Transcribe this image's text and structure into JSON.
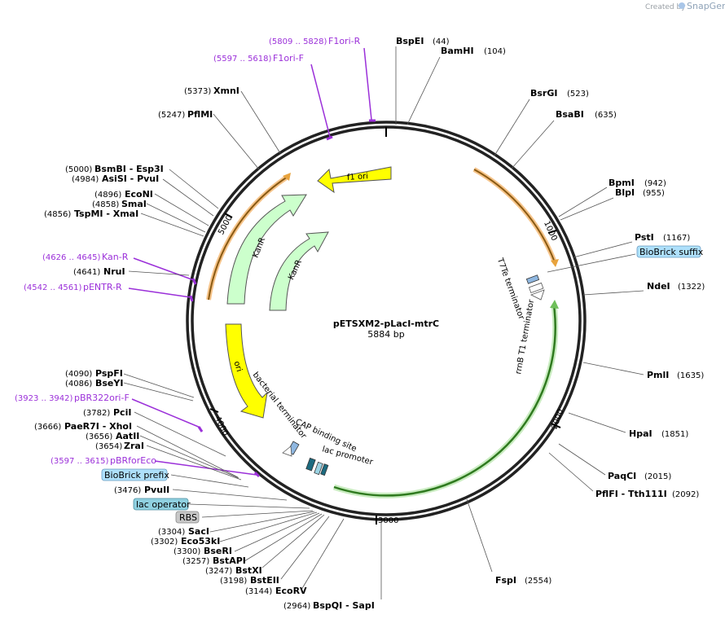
{
  "credit": {
    "prefix": "Created by",
    "brand": "SnapGene"
  },
  "plasmid": {
    "name": "pETSXM2-pLacI-mtrC",
    "length": "5884 bp"
  },
  "ring_ticks": [
    "1000",
    "2000",
    "3000",
    "4000",
    "5000"
  ],
  "features": {
    "f1ori": "f1 ori",
    "kanr1": "KanR",
    "kanr2": "KanR",
    "ori": "ori",
    "t7te": "T7Te terminator",
    "rrnb": "rrnB T1 terminator",
    "bact": "bacterial terminator",
    "cap": "CAP binding site",
    "lac": "lac promoter"
  },
  "colors": {
    "orange": "#e8a33d",
    "green": "#7fc97f",
    "yellow": "#ffff00",
    "kanr": "#ccffcc",
    "primer": "#9b30d9",
    "biobrick": "#aee0fb",
    "lacop": "#8fd0e0",
    "rbs": "#c8c8c8"
  },
  "sites": [
    {
      "name": "BspEI",
      "pos": "(44)"
    },
    {
      "name": "BamHI",
      "pos": "(104)"
    },
    {
      "name": "BsrGI",
      "pos": "(523)"
    },
    {
      "name": "BsaBI",
      "pos": "(635)"
    },
    {
      "name": "BpmI",
      "pos": "(942)"
    },
    {
      "name": "BlpI",
      "pos": "(955)"
    },
    {
      "name": "PstI",
      "pos": "(1167)"
    },
    {
      "name": "BioBrick suffix",
      "pos": ""
    },
    {
      "name": "NdeI",
      "pos": "(1322)"
    },
    {
      "name": "PmlI",
      "pos": "(1635)"
    },
    {
      "name": "HpaI",
      "pos": "(1851)"
    },
    {
      "name": "PaqCI",
      "pos": "(2015)"
    },
    {
      "name": "PflFI  - Tth111I",
      "pos": "(2092)"
    },
    {
      "name": "FspI",
      "pos": "(2554)"
    },
    {
      "name": "BspQI  - SapI",
      "pos": "(2964)"
    },
    {
      "name": "EcoRV",
      "pos": "(3144)"
    },
    {
      "name": "BstEII",
      "pos": "(3198)"
    },
    {
      "name": "BstXI",
      "pos": "(3247)"
    },
    {
      "name": "BstAPI",
      "pos": "(3257)"
    },
    {
      "name": "BseRI",
      "pos": "(3300)"
    },
    {
      "name": "Eco53kI",
      "pos": "(3302)"
    },
    {
      "name": "SacI",
      "pos": "(3304)"
    },
    {
      "name": "RBS",
      "pos": ""
    },
    {
      "name": "lac operator",
      "pos": ""
    },
    {
      "name": "PvuII",
      "pos": "(3476)"
    },
    {
      "name": "BioBrick prefix",
      "pos": ""
    },
    {
      "name": "ZraI",
      "pos": "(3654)"
    },
    {
      "name": "AatII",
      "pos": "(3656)"
    },
    {
      "name": "PaeR7I  - XhoI",
      "pos": "(3666)"
    },
    {
      "name": "PciI",
      "pos": "(3782)"
    },
    {
      "name": "BseYI",
      "pos": "(4086)"
    },
    {
      "name": "PspFI",
      "pos": "(4090)"
    },
    {
      "name": "NruI",
      "pos": "(4641)"
    },
    {
      "name": "TspMI  - XmaI",
      "pos": "(4856)"
    },
    {
      "name": "SmaI",
      "pos": "(4858)"
    },
    {
      "name": "EcoNI",
      "pos": "(4896)"
    },
    {
      "name": "AsiSI  - PvuI",
      "pos": "(4984)"
    },
    {
      "name": "BsmBI  - Esp3I",
      "pos": "(5000)"
    },
    {
      "name": "PflMI",
      "pos": "(5247)"
    },
    {
      "name": "XmnI",
      "pos": "(5373)"
    }
  ],
  "primers": [
    {
      "name": "F1ori-R",
      "pos": "(5809 .. 5828)"
    },
    {
      "name": "F1ori-F",
      "pos": "(5597 .. 5618)"
    },
    {
      "name": "Kan-R",
      "pos": "(4626 .. 4645)"
    },
    {
      "name": "pENTR-R",
      "pos": "(4542 .. 4561)"
    },
    {
      "name": "pBR322ori-F",
      "pos": "(3923 .. 3942)"
    },
    {
      "name": "pBRforEco",
      "pos": "(3597 .. 3615)"
    }
  ]
}
